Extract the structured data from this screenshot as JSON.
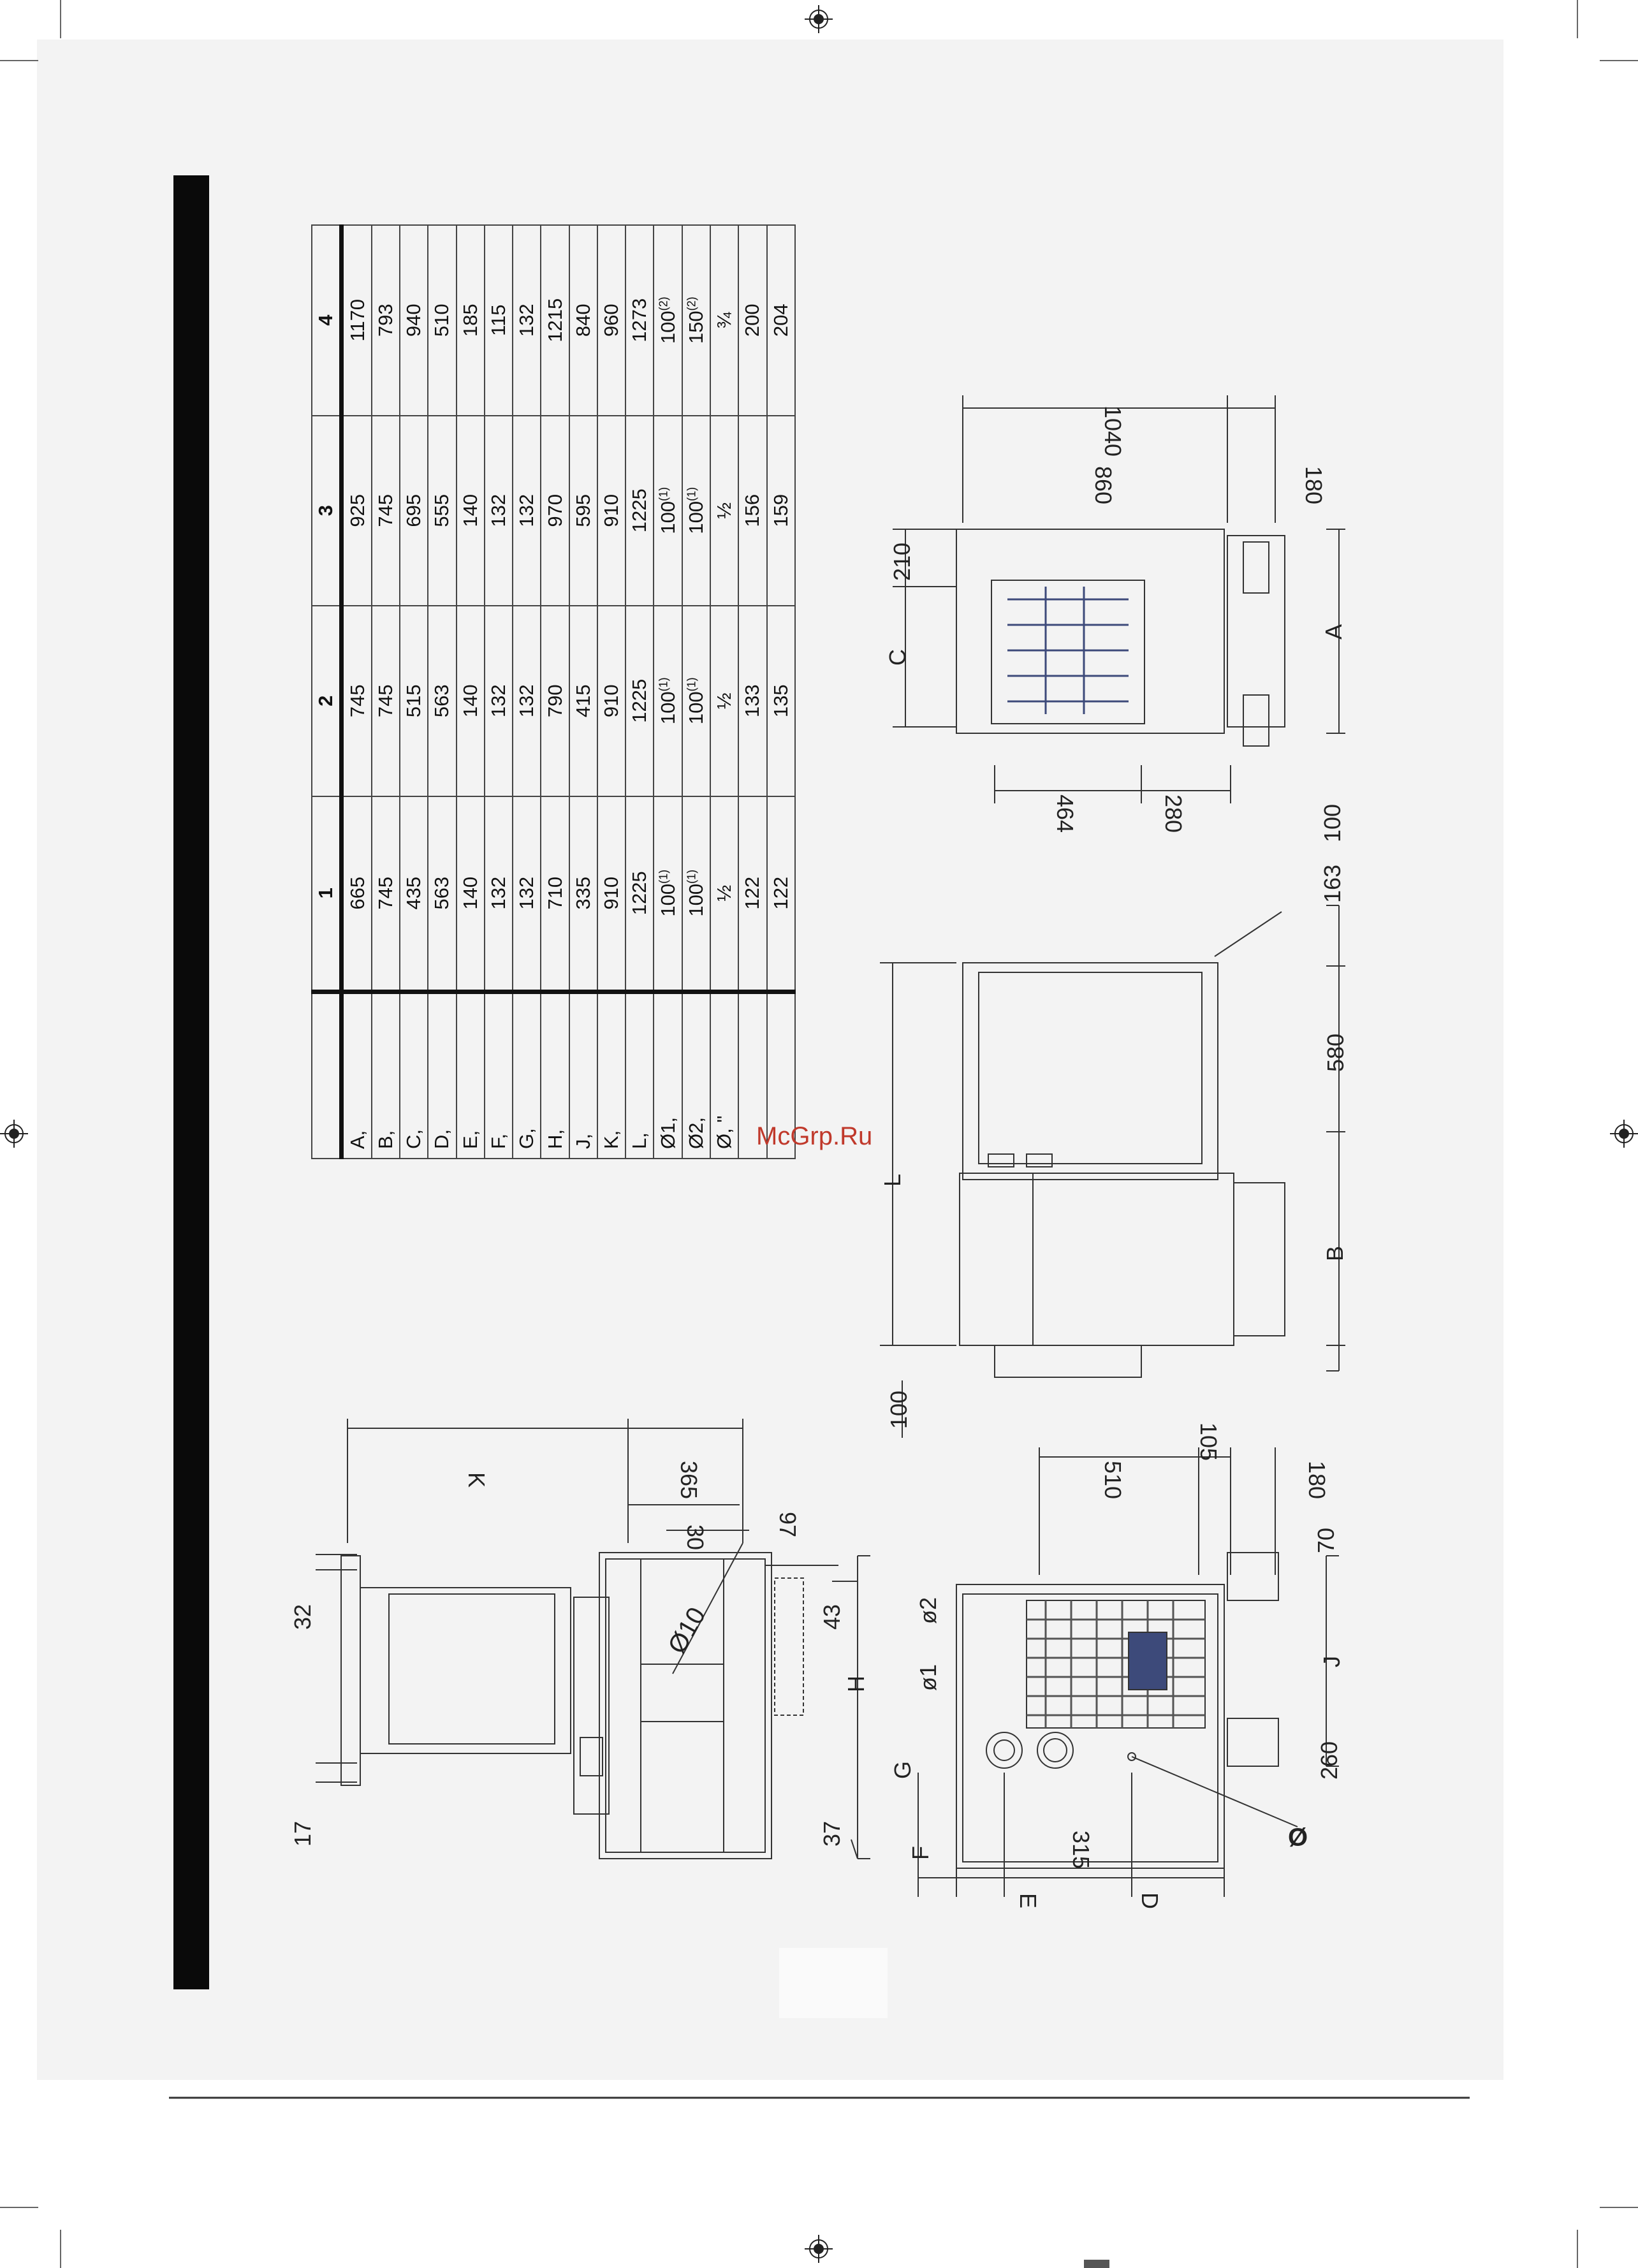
{
  "watermark": "McGrp.Ru",
  "table": {
    "headers": [
      "",
      "1",
      "2",
      "3",
      "4"
    ],
    "rows": [
      {
        "label": "A,",
        "v": [
          "665",
          "745",
          "925",
          "1170"
        ],
        "sup": [
          "",
          "",
          "",
          ""
        ]
      },
      {
        "label": "B,",
        "v": [
          "745",
          "745",
          "745",
          "793"
        ],
        "sup": [
          "",
          "",
          "",
          ""
        ]
      },
      {
        "label": "C,",
        "v": [
          "435",
          "515",
          "695",
          "940"
        ],
        "sup": [
          "",
          "",
          "",
          ""
        ]
      },
      {
        "label": "D,",
        "v": [
          "563",
          "563",
          "555",
          "510"
        ],
        "sup": [
          "",
          "",
          "",
          ""
        ]
      },
      {
        "label": "E,",
        "v": [
          "140",
          "140",
          "140",
          "185"
        ],
        "sup": [
          "",
          "",
          "",
          ""
        ]
      },
      {
        "label": "F,",
        "v": [
          "132",
          "132",
          "132",
          "115"
        ],
        "sup": [
          "",
          "",
          "",
          ""
        ]
      },
      {
        "label": "G,",
        "v": [
          "132",
          "132",
          "132",
          "132"
        ],
        "sup": [
          "",
          "",
          "",
          ""
        ]
      },
      {
        "label": "H,",
        "v": [
          "710",
          "790",
          "970",
          "1215"
        ],
        "sup": [
          "",
          "",
          "",
          ""
        ]
      },
      {
        "label": "J,",
        "v": [
          "335",
          "415",
          "595",
          "840"
        ],
        "sup": [
          "",
          "",
          "",
          ""
        ]
      },
      {
        "label": "K,",
        "v": [
          "910",
          "910",
          "910",
          "960"
        ],
        "sup": [
          "",
          "",
          "",
          ""
        ]
      },
      {
        "label": "L,",
        "v": [
          "1225",
          "1225",
          "1225",
          "1273"
        ],
        "sup": [
          "",
          "",
          "",
          ""
        ]
      },
      {
        "label": "Ø1,",
        "v": [
          "100",
          "100",
          "100",
          "100"
        ],
        "sup": [
          "(1)",
          "(1)",
          "(1)",
          "(2)"
        ]
      },
      {
        "label": "Ø2,",
        "v": [
          "100",
          "100",
          "100",
          "150"
        ],
        "sup": [
          "(1)",
          "(1)",
          "(1)",
          "(2)"
        ]
      },
      {
        "label": "Ø, \"",
        "v": [
          "½",
          "½",
          "½",
          "¾"
        ],
        "sup": [
          "",
          "",
          "",
          ""
        ]
      },
      {
        "label": "",
        "v": [
          "122",
          "133",
          "156",
          "200"
        ],
        "sup": [
          "",
          "",
          "",
          ""
        ]
      },
      {
        "label": "",
        "v": [
          "122",
          "135",
          "159",
          "204"
        ],
        "sup": [
          "",
          "",
          "",
          ""
        ]
      }
    ]
  },
  "dims": {
    "d17": "17",
    "d32": "32",
    "dK": "K",
    "d365": "365",
    "d30": "30",
    "d97": "97",
    "dphi10": "Ø10",
    "d43": "43",
    "dH": "H",
    "d37": "37",
    "dG": "G",
    "dphi1": "ø1",
    "dphi2": "ø2",
    "dF": "F",
    "dE": "E",
    "d315": "315",
    "dD": "D",
    "dphi": "Ø",
    "d510": "510",
    "d105": "105",
    "d180a": "180",
    "d70": "70",
    "dJ": "J",
    "d260": "260",
    "d100a": "100",
    "dL": "L",
    "dB": "B",
    "d580": "580",
    "d163": "163",
    "d100b": "100",
    "d210": "210",
    "dC": "C",
    "d464": "464",
    "d280": "280",
    "dA": "A",
    "d860": "860",
    "d1040": "1040",
    "d180b": "180"
  }
}
